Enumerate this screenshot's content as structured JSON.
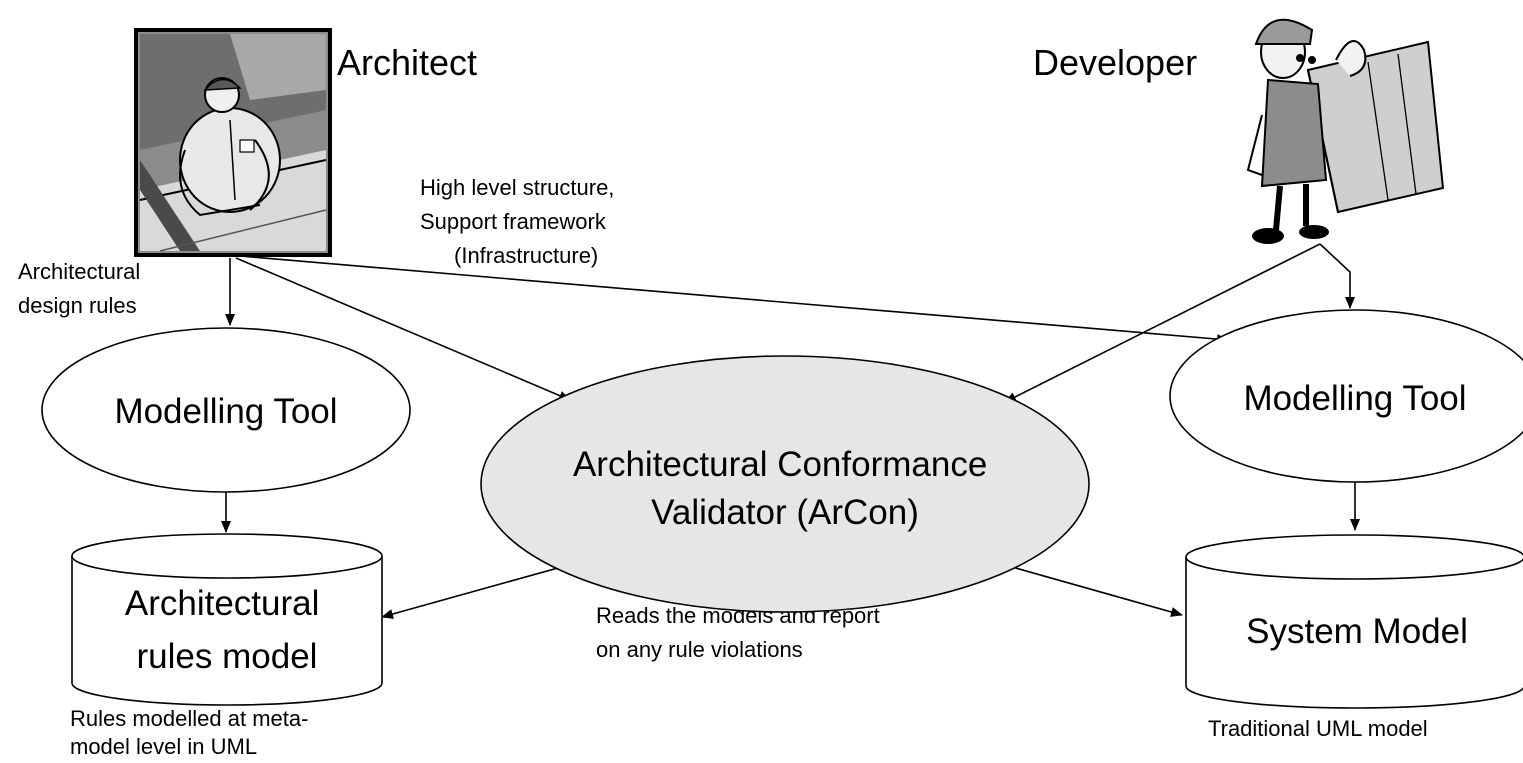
{
  "actors": {
    "architect": {
      "label": "Architect",
      "icon": "architect-drafting-icon"
    },
    "developer": {
      "label": "Developer",
      "icon": "developer-reading-plans-icon"
    }
  },
  "annotations": {
    "architect_rules": [
      "Architectural",
      "design rules"
    ],
    "high_level": [
      "High level structure,",
      "Support framework",
      "(Infrastructure)"
    ],
    "reads_models": [
      "Reads the models and report",
      "on any rule violations"
    ],
    "rules_meta": [
      "Rules modelled at meta-",
      "model level in UML"
    ],
    "traditional": [
      "Traditional UML model"
    ]
  },
  "nodes": {
    "left_tool": {
      "label": "Modelling Tool"
    },
    "right_tool": {
      "label": "Modelling Tool"
    },
    "validator": {
      "label": [
        "Architectural Conformance",
        "Validator (ArCon)"
      ],
      "fill": "#e6e6e6"
    },
    "rules_model": {
      "label": [
        "Architectural",
        "rules model"
      ]
    },
    "system_model": {
      "label": [
        "System Model"
      ]
    }
  },
  "colors": {
    "line": "#000000",
    "validator_fill": "#e6e6e6",
    "background": "#ffffff"
  }
}
